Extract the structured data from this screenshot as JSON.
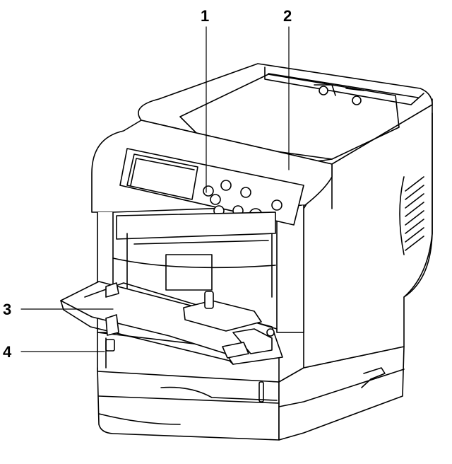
{
  "callouts": [
    {
      "id": "1",
      "label": "1",
      "part": "operation-panel"
    },
    {
      "id": "2",
      "label": "2",
      "part": "top-cover"
    },
    {
      "id": "3",
      "label": "3",
      "part": "mp-tray"
    },
    {
      "id": "4",
      "label": "4",
      "part": "paper-cassette"
    }
  ],
  "colors": {
    "line": "#000000",
    "fill": "#ffffff",
    "shade": "#e8e8e8"
  }
}
